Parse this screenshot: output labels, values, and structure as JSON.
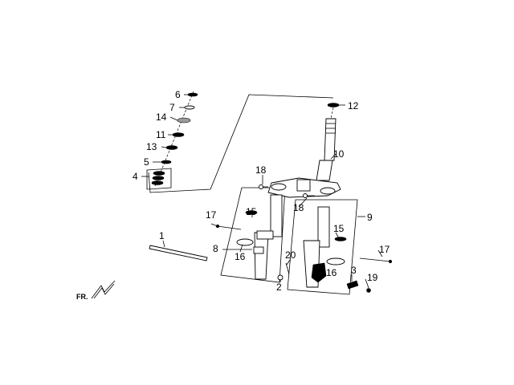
{
  "direction_label": "FR.",
  "callouts": [
    "6",
    "7",
    "14",
    "11",
    "13",
    "5",
    "4",
    "12",
    "10",
    "18",
    "18",
    "17",
    "15",
    "15",
    "9",
    "1",
    "8",
    "16",
    "20",
    "17",
    "16",
    "3",
    "19",
    "2"
  ]
}
